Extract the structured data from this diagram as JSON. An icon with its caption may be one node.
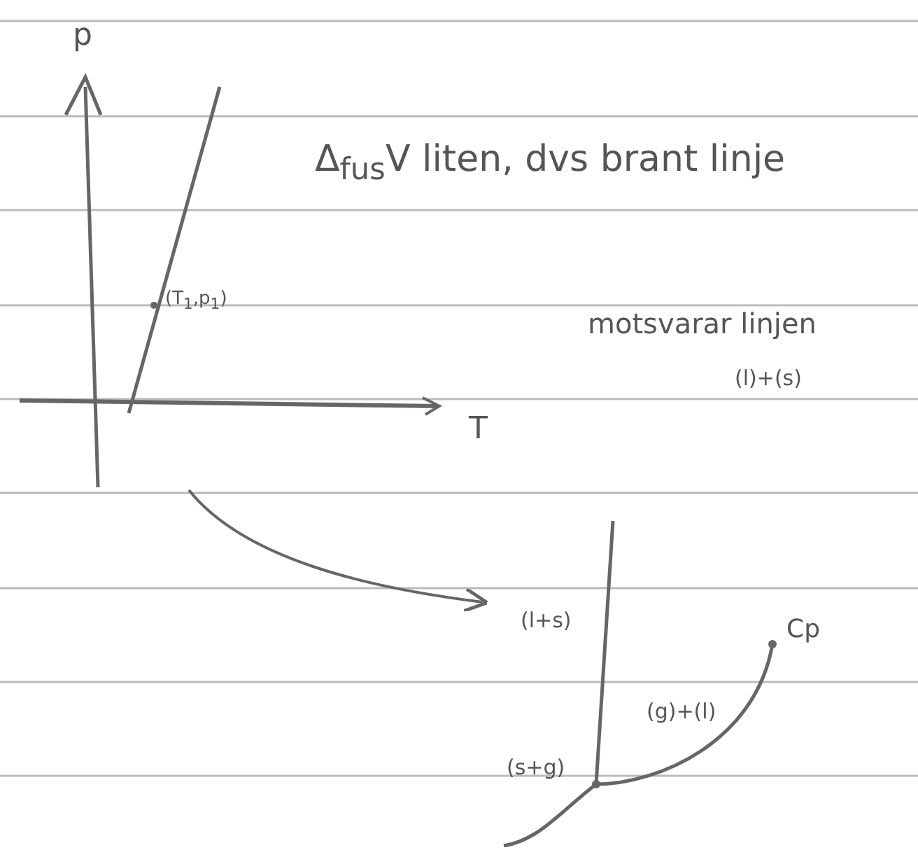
{
  "diagram": {
    "nodes": [
      {
        "text": [],
        "shape": "picture"
      },
      {
        "text": [],
        "shape": "picture"
      }
    ],
    "edges": [
      {
        "from": 0,
        "to": 1,
        "arrow": "to"
      }
    ],
    "labels": [
      "p",
      "Δ$_{fus}$V liten, dvs brant linje",
      "(T$_{1}$,p$_{1}$)",
      "motsvarar linjen",
      "T",
      "(l)+(s)",
      "(l+s)",
      "Cp",
      "(g)+(l)",
      "(s+g)"
    ]
  }
}
